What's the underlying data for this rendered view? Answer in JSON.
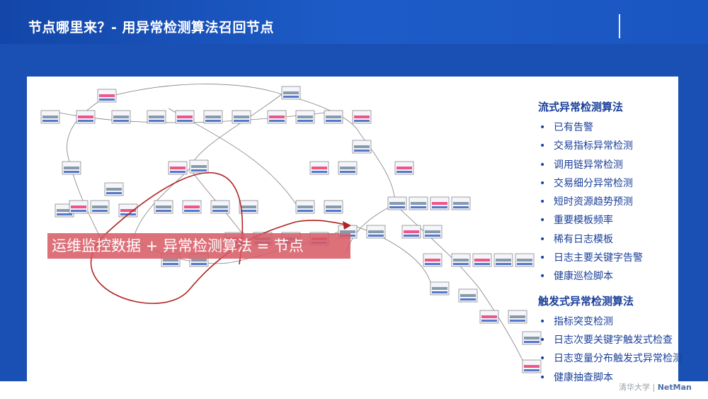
{
  "header": {
    "title": "节点哪里来？- 用异常检测算法召回节点"
  },
  "banner": {
    "text": "运维监控数据 + 异常检测算法 = 节点"
  },
  "panel": {
    "streaming_heading": "流式异常检测算法",
    "streaming_items": [
      "已有告警",
      "交易指标异常检测",
      "调用链异常检测",
      "交易细分异常检测",
      "短时资源趋势预测",
      "重要模板频率",
      "稀有日志模板",
      "日志主要关键字告警",
      "健康巡检脚本"
    ],
    "trigger_heading": "触发式异常检测算法",
    "trigger_items": [
      "指标突变检测",
      "日志次要关键字触发式检查",
      "日志变量分布触发式异常检测",
      "健康抽查脚本"
    ]
  },
  "footer": {
    "org": "清华大学",
    "brand": "NetMan"
  },
  "colors": {
    "header": "#1a56c2",
    "panel_text": "#1a3f99",
    "banner": "#d65a64",
    "arrow": "#b22222"
  }
}
